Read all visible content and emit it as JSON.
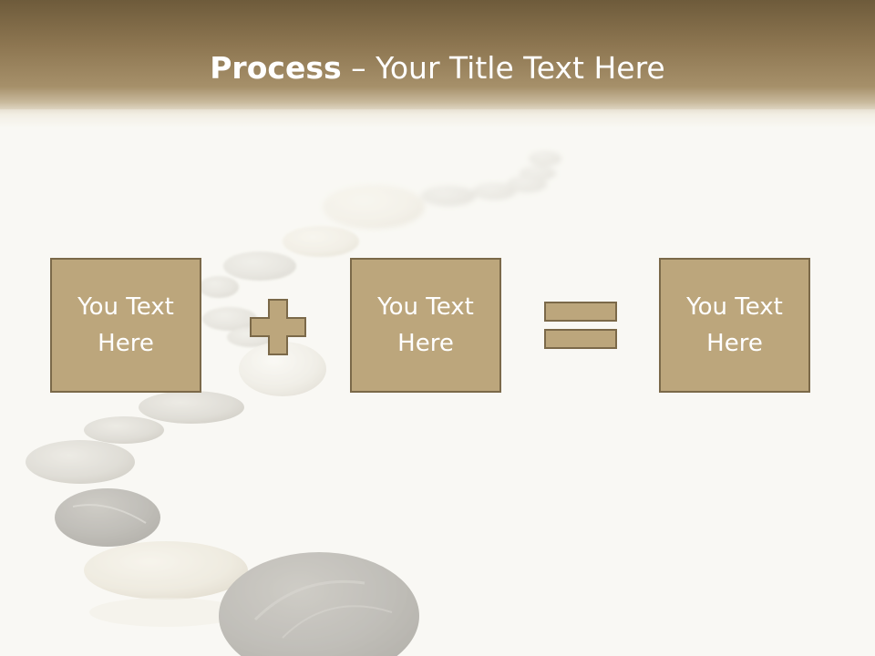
{
  "slide": {
    "title_bold": "Process",
    "title_rest": " – Your Title Text Here",
    "boxes": [
      {
        "text": "You Text Here"
      },
      {
        "text": "You Text Here"
      },
      {
        "text": "You Text Here"
      }
    ],
    "operators": [
      "plus-icon",
      "equals-icon"
    ]
  },
  "colors": {
    "header_dark": "#6e5b3b",
    "header_light": "#a6906a",
    "box_fill": "#bca67c",
    "box_border": "#7b6949",
    "background": "#f9f8f4",
    "text": "#ffffff"
  }
}
